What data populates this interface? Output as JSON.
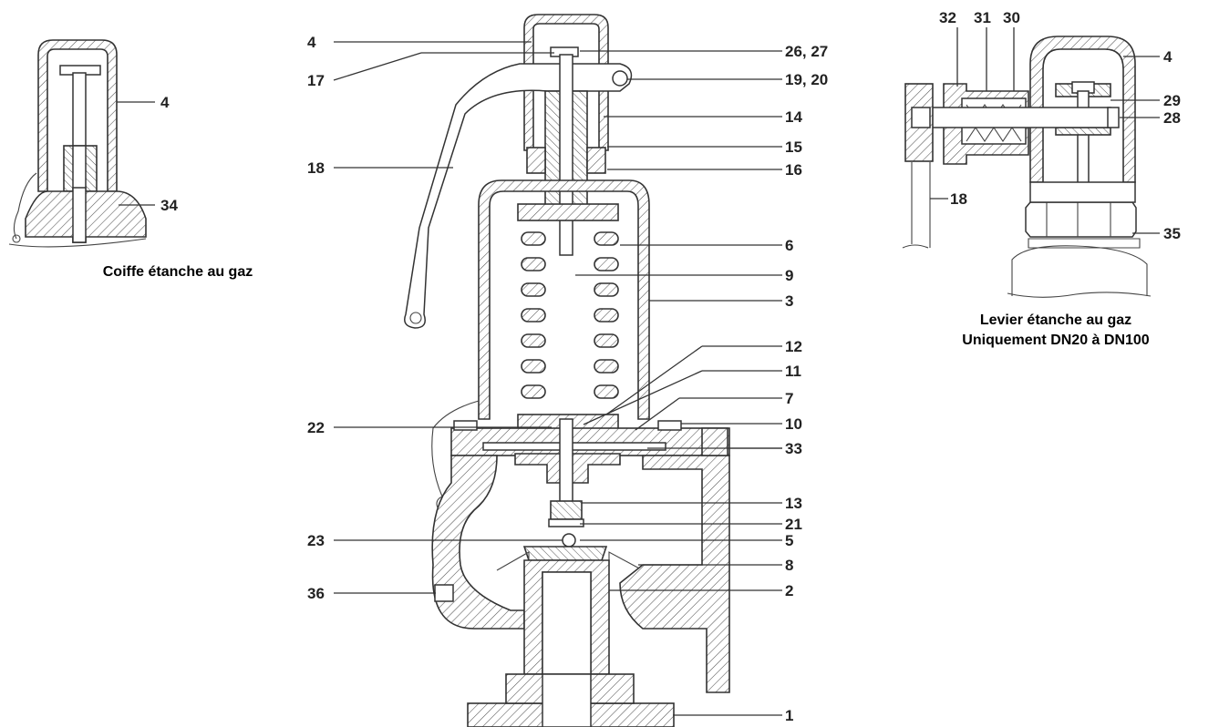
{
  "captions": {
    "gas_tight_cap": "Coiffe étanche au gaz",
    "gas_tight_lever_line1": "Levier étanche au gaz",
    "gas_tight_lever_line2": "Uniquement DN20 à DN100"
  },
  "labels": {
    "inset_cap": [
      "4",
      "34"
    ],
    "main_left": [
      "4",
      "17",
      "18",
      "22",
      "23",
      "36"
    ],
    "main_right": [
      "26, 27",
      "19, 20",
      "14",
      "15",
      "16",
      "6",
      "9",
      "3",
      "12",
      "11",
      "7",
      "10",
      "33",
      "13",
      "21",
      "5",
      "8",
      "2",
      "1"
    ],
    "inset_lever": [
      "32",
      "31",
      "30",
      "4",
      "29",
      "28",
      "18",
      "35"
    ]
  }
}
